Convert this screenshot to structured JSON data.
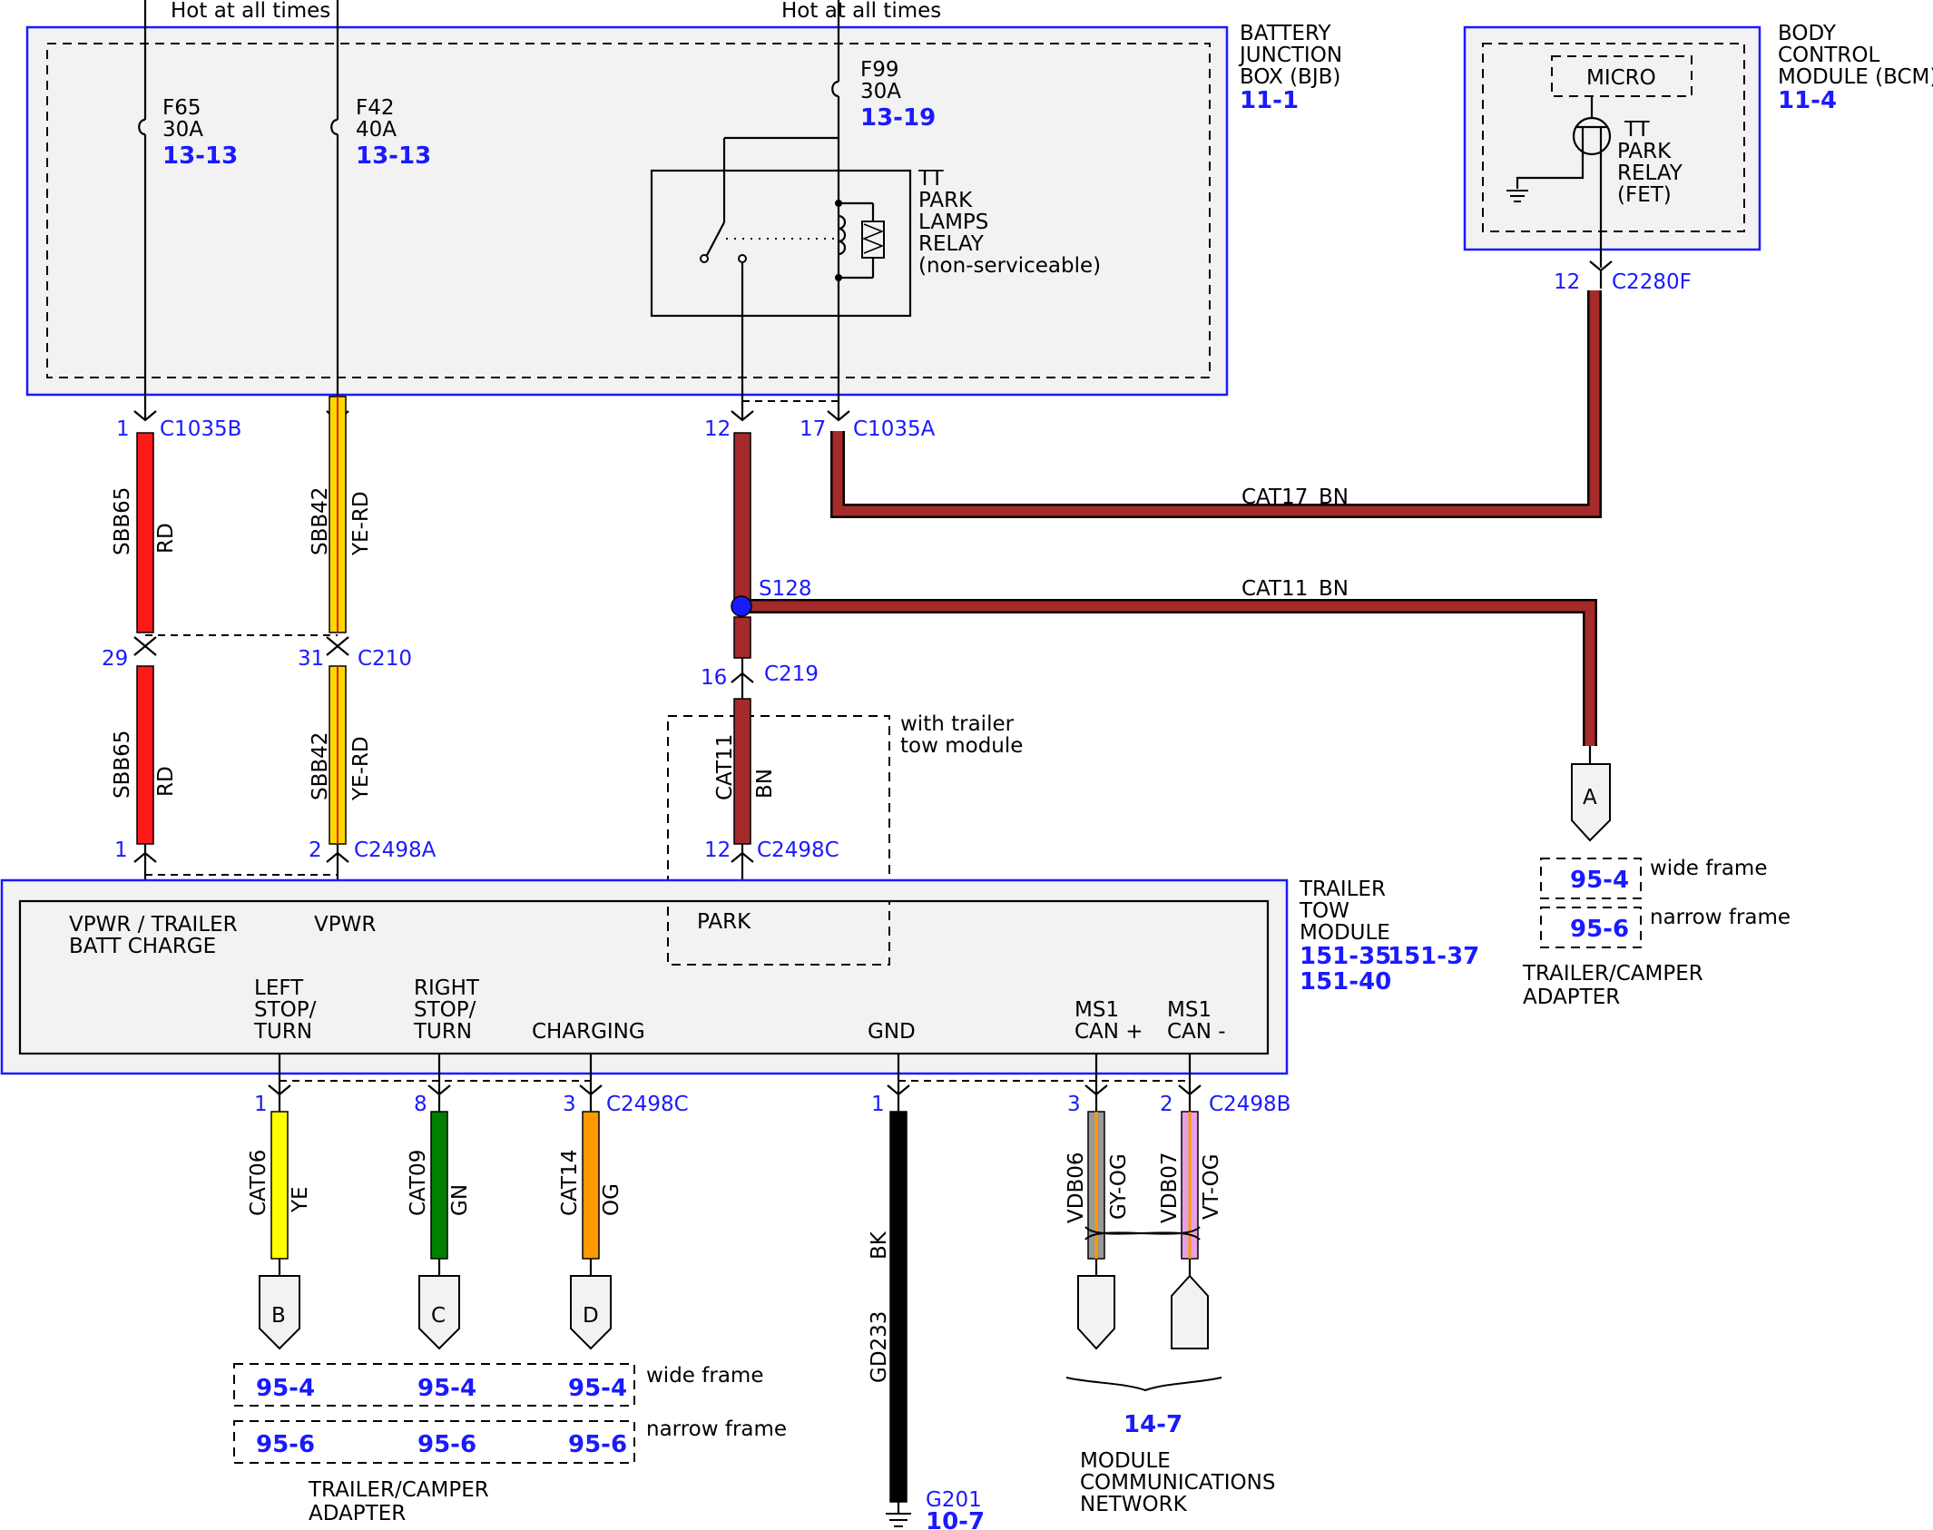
{
  "labels": {
    "hot_at_all_times": "Hot at all times",
    "bjb_1": "BATTERY",
    "bjb_2": "JUNCTION",
    "bjb_3": "BOX (BJB)",
    "bjb_ref": "11-1",
    "bcm_1": "BODY",
    "bcm_2": "CONTROL",
    "bcm_3": "MODULE (BCM)",
    "bcm_ref": "11-4",
    "micro": "MICRO",
    "bcm_relay_1": "TT",
    "bcm_relay_2": "PARK",
    "bcm_relay_3": "RELAY",
    "bcm_relay_4": "(FET)",
    "relay_1": "TT",
    "relay_2": "PARK",
    "relay_3": "LAMPS",
    "relay_4": "RELAY",
    "relay_5": "(non-serviceable)",
    "ttm_1": "TRAILER",
    "ttm_2": "TOW",
    "ttm_3": "MODULE",
    "ttm_ref_1": "151-35",
    "ttm_ref_2": "151-37",
    "ttm_ref_3": "151-40",
    "with_trailer_1": "with trailer",
    "with_trailer_2": "tow module",
    "wide_frame": "wide frame",
    "narrow_frame": "narrow frame",
    "adapter_1": "TRAILER/CAMPER",
    "adapter_2": "ADAPTER",
    "mcn_1": "MODULE",
    "mcn_2": "COMMUNICATIONS",
    "mcn_3": "NETWORK",
    "mcn_ref": "14-7",
    "g201": "G201",
    "g201_ref": "10-7"
  },
  "fuses": [
    {
      "name": "F65",
      "rating": "30A",
      "ref": "13-13"
    },
    {
      "name": "F42",
      "rating": "40A",
      "ref": "13-13"
    },
    {
      "name": "F99",
      "rating": "30A",
      "ref": "13-19"
    }
  ],
  "connectors": {
    "c1035b": "C1035B",
    "c1035a": "C1035A",
    "c2280f": "C2280F",
    "c210": "C210",
    "c219": "C219",
    "c2498a": "C2498A",
    "c2498c": "C2498C",
    "c2498b": "C2498B",
    "s128": "S128",
    "pin_1": "1",
    "pin_2": "2",
    "pin_3": "3",
    "pin_8": "8",
    "pin_12": "12",
    "pin_16": "16",
    "pin_17": "17",
    "pin_29": "29",
    "pin_31": "31"
  },
  "circuits": [
    {
      "id": "SBB65",
      "color": "RD",
      "hex": "#ff1a1a"
    },
    {
      "id": "SBB42",
      "color": "YE-RD",
      "hex": "#ffd700"
    },
    {
      "id": "CAT11",
      "color": "BN",
      "hex": "#a52a2a"
    },
    {
      "id": "CAT17",
      "color": "BN",
      "hex": "#a52a2a"
    },
    {
      "id": "CAT06",
      "color": "YE",
      "hex": "#ffff00"
    },
    {
      "id": "CAT09",
      "color": "GN",
      "hex": "#008000"
    },
    {
      "id": "CAT14",
      "color": "OG",
      "hex": "#ff9900"
    },
    {
      "id": "GD233",
      "color": "BK",
      "hex": "#000000"
    },
    {
      "id": "VDB06",
      "color": "GY-OG",
      "hex": "#999999"
    },
    {
      "id": "VDB07",
      "color": "VT-OG",
      "hex": "#e6a0e6"
    }
  ],
  "module_pins": {
    "vpwr_trailer_1": "VPWR / TRAILER",
    "vpwr_trailer_2": "BATT CHARGE",
    "vpwr": "VPWR",
    "park": "PARK",
    "left_1": "LEFT",
    "left_2": "STOP/",
    "left_3": "TURN",
    "right_1": "RIGHT",
    "right_2": "STOP/",
    "right_3": "TURN",
    "charging": "CHARGING",
    "gnd": "GND",
    "can_p_1": "MS1",
    "can_p_2": "CAN +",
    "can_n_1": "MS1",
    "can_n_2": "CAN -"
  },
  "terminals": [
    "A",
    "B",
    "C",
    "D"
  ],
  "refs": {
    "wide": "95-4",
    "narrow": "95-6"
  }
}
